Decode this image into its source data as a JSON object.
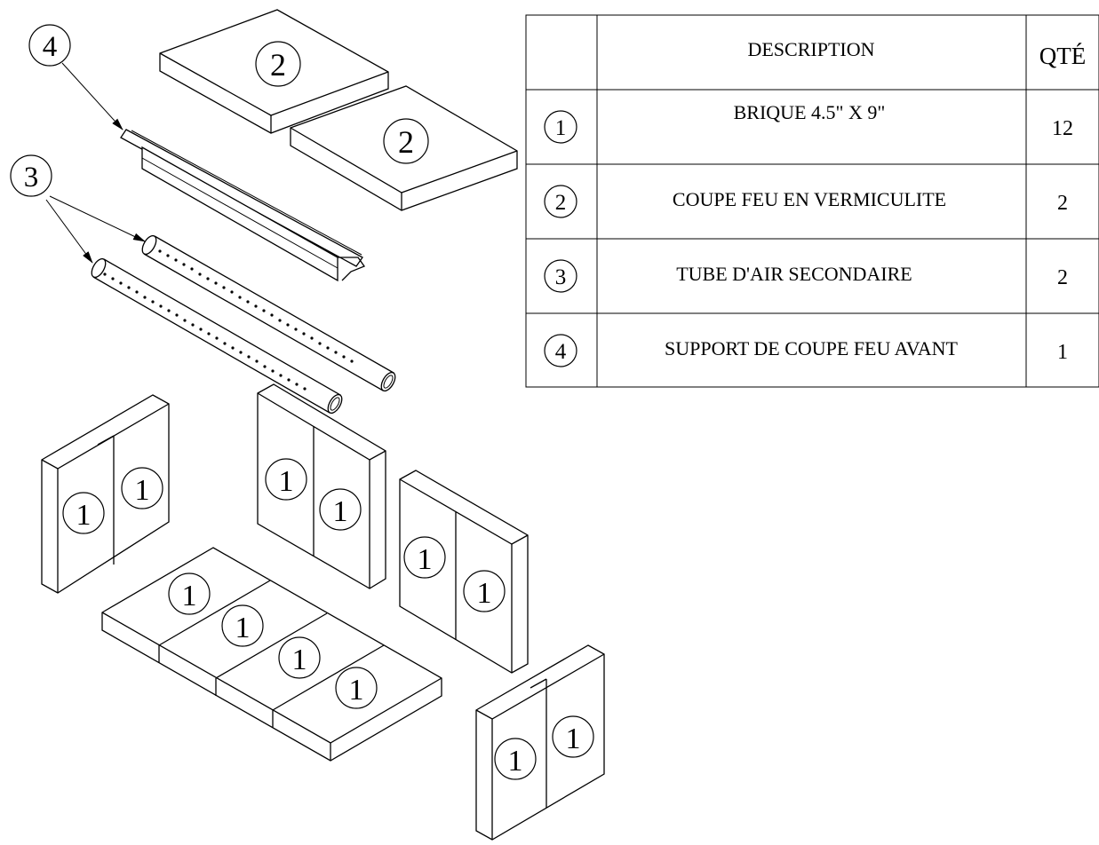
{
  "table": {
    "header": {
      "item": "",
      "description": "DESCRIPTION",
      "qty": "QTÉ"
    },
    "rows": [
      {
        "item": "1",
        "description": "BRIQUE 4.5\" X 9\"",
        "qty": "12"
      },
      {
        "item": "2",
        "description": "COUPE FEU EN VERMICULITE",
        "qty": "2"
      },
      {
        "item": "3",
        "description": "TUBE D'AIR SECONDAIRE",
        "qty": "2"
      },
      {
        "item": "4",
        "description": "SUPPORT DE COUPE FEU AVANT",
        "qty": "1"
      }
    ]
  },
  "callouts": {
    "support": "4",
    "tubes": "3",
    "baffle_back": "2",
    "baffle_front": "2",
    "left_wall_a": "1",
    "left_wall_b": "1",
    "back_wall_a": "1",
    "back_wall_b": "1",
    "right_wall_a": "1",
    "right_wall_b": "1",
    "front_wall_a": "1",
    "front_wall_b": "1",
    "floor_a": "1",
    "floor_b": "1",
    "floor_c": "1",
    "floor_d": "1"
  }
}
